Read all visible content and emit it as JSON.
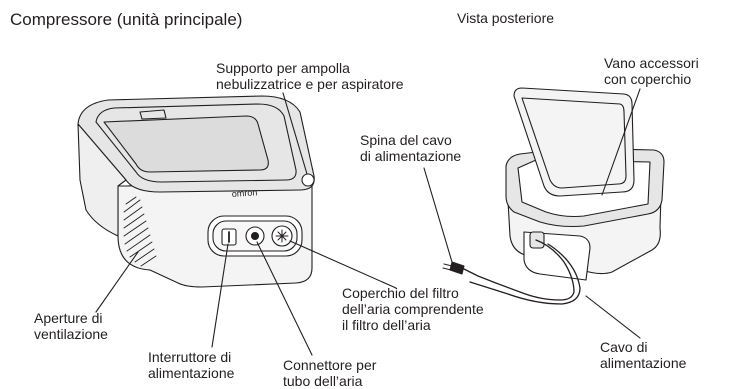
{
  "titles": {
    "main": "Compressore (unità principale)",
    "rear": "Vista posteriore"
  },
  "labels": {
    "support": [
      "Supporto per ampolla",
      "nebulizzatrice e per aspiratore"
    ],
    "vents": [
      "Aperture di",
      "ventilazione"
    ],
    "power_switch": [
      "Interruttore di",
      "alimentazione"
    ],
    "air_connector": [
      "Connettore per",
      "tubo dell’aria"
    ],
    "filter_cover": [
      "Coperchio del filtro",
      "dell’aria comprendente",
      "il filtro dell’aria"
    ],
    "plug": [
      "Spina del cavo",
      "di alimentazione"
    ],
    "accessory": [
      "Vano accessori",
      "con coperchio"
    ],
    "cord": [
      "Cavo di",
      "alimentazione"
    ]
  },
  "device": {
    "brand": "omron"
  },
  "colors": {
    "line": "#231f20",
    "body_fill": "#f4f4f4",
    "top_fill": "#e6e6e6",
    "lid_fill": "#dcdcdc",
    "panel_fill": "#ffffff"
  }
}
